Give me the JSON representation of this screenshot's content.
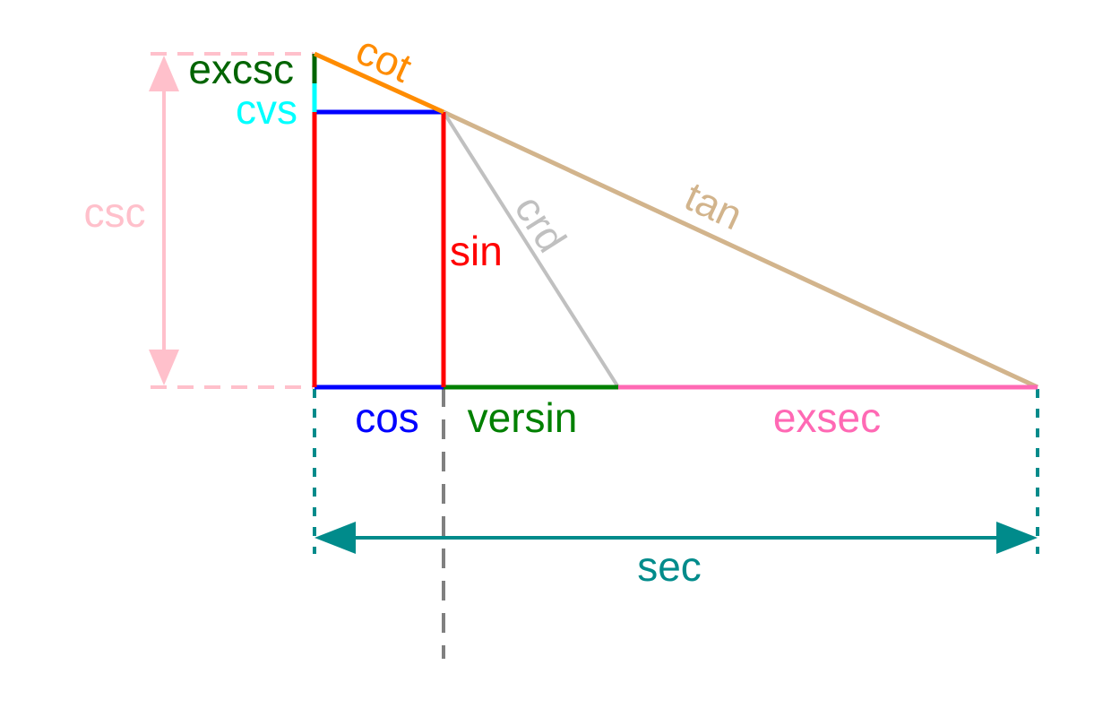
{
  "labels": {
    "excsc": "excsc",
    "cvs": "cvs",
    "cot": "cot",
    "csc": "csc",
    "sin": "sin",
    "crd": "crd",
    "tan": "tan",
    "cos": "cos",
    "versin": "versin",
    "exsec": "exsec",
    "sec": "sec"
  },
  "colors": {
    "excsc": "#006400",
    "cvs": "#00FFFF",
    "cot": "#FF8C00",
    "csc": "#FFC0CB",
    "sin": "#FF0000",
    "crd": "#C0C0C0",
    "tan": "#D2B48C",
    "cos": "#0000FF",
    "versin": "#008000",
    "exsec": "#FF69B4",
    "sec": "#008B8B",
    "guide": "#808080"
  }
}
